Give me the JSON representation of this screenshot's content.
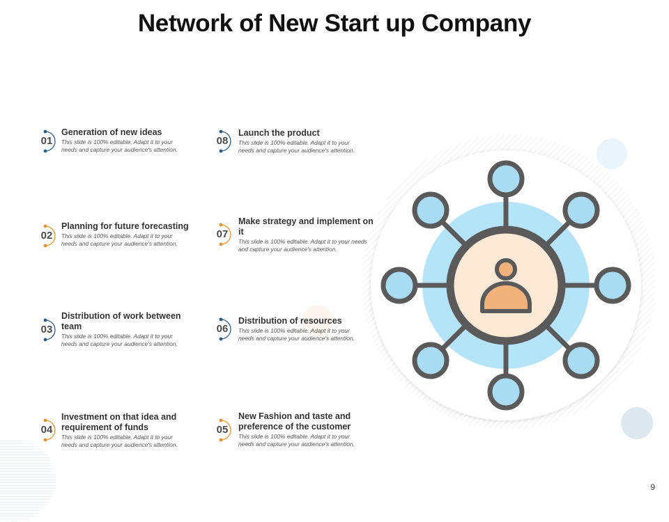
{
  "slide": {
    "title": "Network of New Start up Company",
    "page_number": "9"
  },
  "colors": {
    "blue_accent": "#2b5d8c",
    "orange_accent": "#e8922e",
    "node_fill": "#a9dcf2",
    "ring_fill": "#b5e4f8",
    "hub_fill": "#fce9d6",
    "line_color": "#5a5a5a",
    "person_color": "#f0b27a"
  },
  "items": [
    {
      "number": "01",
      "title": "Generation of new ideas",
      "desc": "This slide is 100% editable. Adapt it to your needs and capture your audience's attention.",
      "accent": "blue"
    },
    {
      "number": "02",
      "title": "Planning for future forecasting",
      "desc": "This slide is 100% editable. Adapt it to your needs and capture your audience's attention.",
      "accent": "orange"
    },
    {
      "number": "03",
      "title": "Distribution  of work between team",
      "desc": "This slide is 100% editable. Adapt it to your needs and capture your audience's attention.",
      "accent": "blue"
    },
    {
      "number": "04",
      "title": " Investment on that idea and requirement of funds",
      "desc": "This slide is 100% editable. Adapt it to your needs and capture your audience's attention.",
      "accent": "orange"
    },
    {
      "number": "05",
      "title": " New Fashion and taste and preference of the customer",
      "desc": "This slide is 100% editable. Adapt it to your needs and capture your audience's attention.",
      "accent": "orange"
    },
    {
      "number": "06",
      "title": " Distribution  of resources",
      "desc": "This slide is 100% editable. Adapt it to your needs and capture your audience's attention.",
      "accent": "blue"
    },
    {
      "number": "07",
      "title": " Make strategy  and implement on it",
      "desc": " This slide is 100% editable. Adapt it to your needs and capture your audience's attention.",
      "accent": "orange"
    },
    {
      "number": "08",
      "title": " Launch the product",
      "desc": "This slide is 100% editable. Adapt it to your needs and capture your audience's attention.",
      "accent": "blue"
    }
  ],
  "graphic": {
    "icon": "network-person-icon"
  }
}
